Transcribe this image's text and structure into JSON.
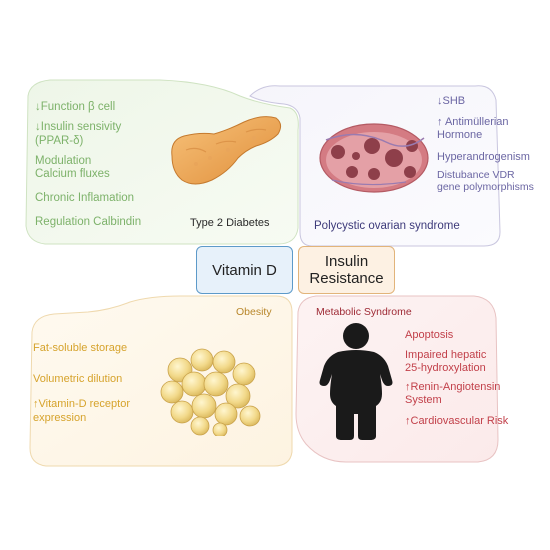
{
  "diabetes": {
    "items": [
      "↓Function β cell",
      "↓Insulin sensivity",
      "(PPAR-δ)",
      "Modulation",
      "Calcium fluxes",
      "Chronic Inflamation",
      "Regulation Calbindin"
    ],
    "title": "Type 2 Diabetes"
  },
  "pcos": {
    "items": [
      "↓SHB",
      "↑ Antimüllerian",
      "Hormone",
      "Hyperandrogenism",
      "Distubance VDR",
      "gene polymorphisms"
    ],
    "title": "Polycystic ovarian syndrome"
  },
  "center": {
    "vitamin": "Vitamin D",
    "insulin_line1": "Insulin",
    "insulin_line2": "Resistance"
  },
  "obesity": {
    "title": "Obesity",
    "items": [
      "Fat-soluble storage",
      "Volumetric dilution",
      "↑Vitamin-D receptor",
      "expression"
    ]
  },
  "metabolic": {
    "title": "Metabolic Syndrome",
    "items": [
      "Apoptosis",
      "Impaired hepatic",
      "25-hydroxylation",
      "↑Renin-Angiotensin",
      "System",
      "↑Cardiovascular Risk"
    ]
  },
  "colors": {
    "green": "#7db26a",
    "purple": "#6b66a3",
    "orange": "#d6a32c",
    "red": "#c2404a",
    "vitamin_border": "#5d9ac9",
    "insulin_border": "#e2b47a"
  },
  "icons": [
    "pancreas-icon",
    "ovary-icon",
    "fat-cells-icon",
    "person-silhouette-icon"
  ]
}
